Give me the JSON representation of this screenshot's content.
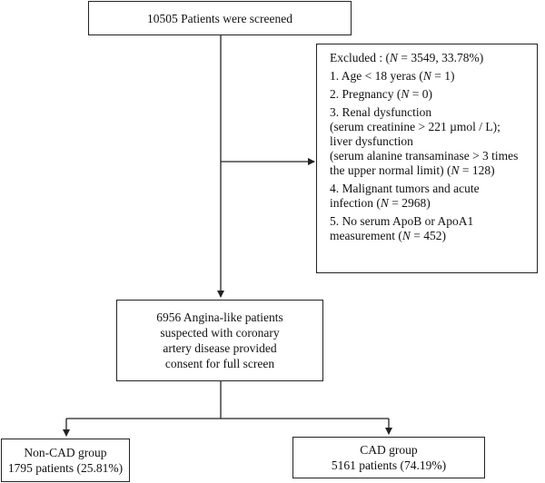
{
  "screened": {
    "text": "10505 Patients were screened"
  },
  "excluded": {
    "header": {
      "pre": "Excluded : (",
      "n": "N",
      "post": " = 3549, 33.78%)"
    },
    "items": [
      {
        "lines": [
          {
            "pre": "1. Age < 18 yeras (",
            "n": "N",
            "post": " = 1)"
          }
        ]
      },
      {
        "lines": [
          {
            "pre": "2. Pregnancy (",
            "n": "N",
            "post": " = 0)"
          }
        ]
      },
      {
        "lines": [
          {
            "pre": "3. Renal dysfunction",
            "n": "",
            "post": ""
          },
          {
            "pre": "(serum creatinine > 221 µmol / L);",
            "n": "",
            "post": ""
          },
          {
            "pre": "liver dysfunction",
            "n": "",
            "post": ""
          },
          {
            "pre": "(serum alanine transaminase > 3 times",
            "n": "",
            "post": ""
          },
          {
            "pre": "the upper normal limit) (",
            "n": "N",
            "post": " = 128)"
          }
        ]
      },
      {
        "lines": [
          {
            "pre": "4. Malignant tumors and acute",
            "n": "",
            "post": ""
          },
          {
            "pre": "infection (",
            "n": "N",
            "post": " = 2968)"
          }
        ]
      },
      {
        "lines": [
          {
            "pre": "5. No serum ApoB or ApoA1",
            "n": "",
            "post": ""
          },
          {
            "pre": "measurement (",
            "n": "N",
            "post": " = 452)"
          }
        ]
      }
    ]
  },
  "consent": {
    "lines": [
      "6956 Angina-like patients",
      "suspected with coronary",
      "artery disease provided",
      "consent for full screen"
    ]
  },
  "non_cad": {
    "lines": [
      "Non-CAD group",
      "1795 patients (25.81%)"
    ]
  },
  "cad": {
    "lines": [
      "CAD group",
      "5161 patients (74.19%)"
    ]
  }
}
